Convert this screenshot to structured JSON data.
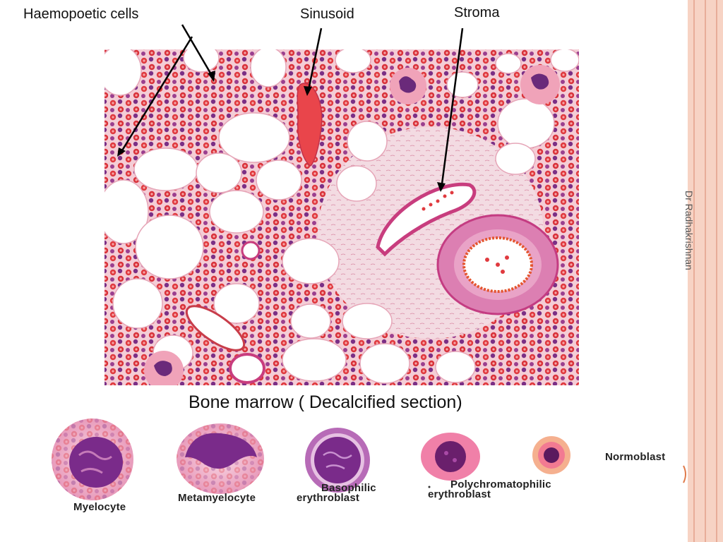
{
  "labels": {
    "haemopoetic_cells": "Haemopoetic cells",
    "sinusoid": "Sinusoid",
    "stroma": "Stroma"
  },
  "credit": "Dr Radhakrishnan",
  "caption": "Bone marrow ( Decalcified section)",
  "cells": [
    {
      "name": "Myelocyte",
      "label": "Myelocyte"
    },
    {
      "name": "Metamyelocyte",
      "label": "Metamyelocyte"
    },
    {
      "name": "Basophilic",
      "label": "Basophilic"
    },
    {
      "name": "erythroblast-basophilic",
      "label": "erythroblast"
    },
    {
      "name": "Polychromatophilic",
      "label": "Polychromatophilic"
    },
    {
      "name": "erythroblast-poly",
      "label": "erythroblast"
    },
    {
      "name": "Normoblast",
      "label": "Normoblast"
    }
  ],
  "colors": {
    "rbc": "#e03a3f",
    "nucleus": "#6a2a7a",
    "tissue": "#f3c9d2",
    "fat": "#ffffff",
    "wall": "#c83d7e"
  }
}
